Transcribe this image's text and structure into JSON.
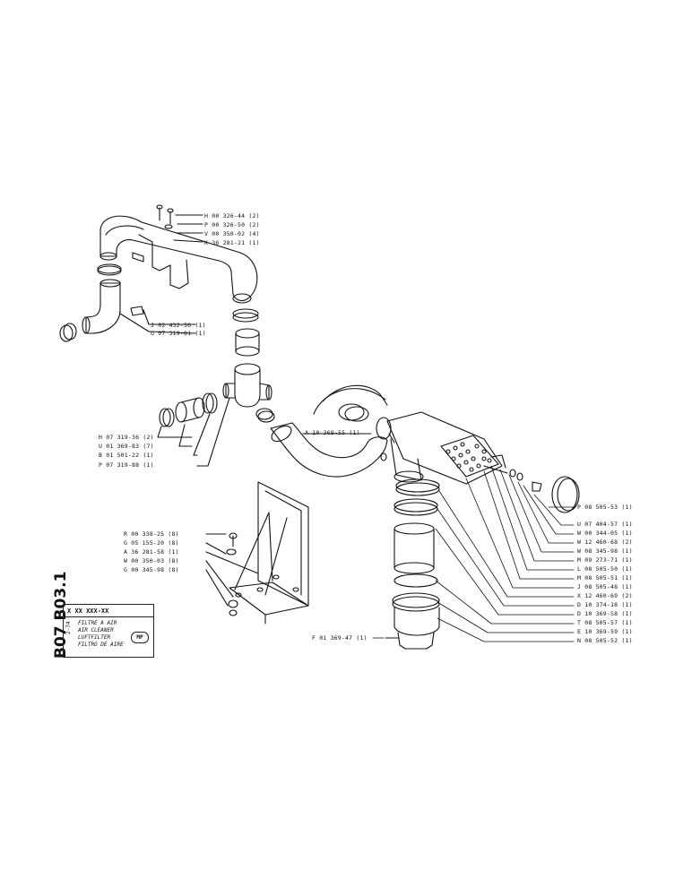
{
  "sheet": {
    "side_code": "B07 B03.1",
    "part_number": "X XX XXX-XX",
    "date": "2-74",
    "titles": [
      "FILTRE A AIR",
      "AIR CLEANER",
      "LUFTFILTER",
      "FILTRO DE AIRE"
    ],
    "mp_badge": "MP"
  },
  "callouts": [
    "H 00 326-44 (2)",
    "P 00 326-50 (2)",
    "V 00 350-02 (4)",
    "K 36 281-21 (1)",
    "J 02 432-56 (1)",
    "G 07 319-81 (1)",
    "H 07 319-36 (2)",
    "U 01 369-83 (7)",
    "B 01 501-22 (1)",
    "P 07 319-88 (1)",
    "A 10 369-55 (1)",
    "R 00 338-25 (8)",
    "G 05 155-20 (8)",
    "A 36 281-58 (1)",
    "W 00 350-03 (8)",
    "G 00 345-98 (8)",
    "F 01 369-47 (1)",
    "P 08 505-53 (1)",
    "U 07 404-57 (1)",
    "W 00 344-05 (1)",
    "W 12 460-68 (2)",
    "W 08 345-98 (1)",
    "M 09 273-71 (1)",
    "L 08 505-50 (1)",
    "M 08 505-51 (1)",
    "J 08 505-48 (1)",
    "X 12 460-69 (2)",
    "D 10 374-18 (1)",
    "D 10 369-58 (1)",
    "T 08 505-57 (1)",
    "E 10 369-59 (1)",
    "N 08 505-52 (1)"
  ]
}
